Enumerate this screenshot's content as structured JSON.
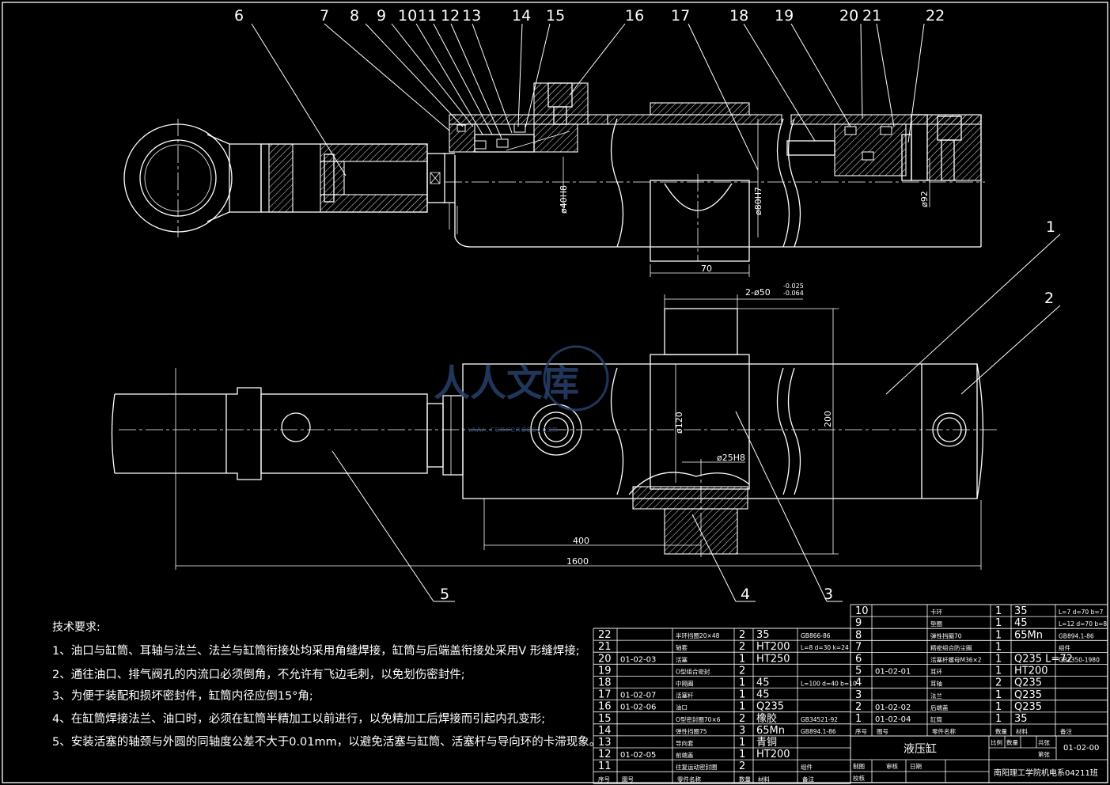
{
  "part_numbers": [
    "1",
    "2",
    "3",
    "4",
    "5",
    "6",
    "7",
    "8",
    "9",
    "10",
    "11",
    "12",
    "13",
    "14",
    "15",
    "16",
    "17",
    "18",
    "19",
    "20",
    "21",
    "22"
  ],
  "dimensions": {
    "rod_fit": "ø40H8",
    "bore_fit": "ø80H7",
    "port_dia": "ø92",
    "trunnion_len": "70",
    "trunnion_fit": "2-ø50",
    "trunnion_tol_upper": "-0.025",
    "trunnion_tol_lower": "-0.064",
    "flange_dia": "ø120",
    "pin_fit": "ø25H8",
    "height": "200",
    "offset": "400",
    "total_length": "1600"
  },
  "watermark": {
    "text": "人人文库",
    "url": "www.renrendoc.com"
  },
  "requirements": {
    "title": "技术要求:",
    "items": [
      "1、油口与缸筒、耳轴与法兰、法兰与缸筒衔接处均采用角缝焊接，缸筒与后端盖衔接处采用V 形缝焊接;",
      "2、通往油口、排气阀孔的内流口必须倒角，不允许有飞边毛刺，以免划伤密封件;",
      "3、为便于装配和损坏密封件，缸筒内径应倒15°角;",
      "4、在缸筒焊接法兰、油口时，必须在缸筒半精加工以前进行，以免精加工后焊接而引起内孔变形;",
      "5、安装活塞的轴颈与外圆的同轴度公差不大于0.01mm，以避免活塞与缸筒、活塞杆与导向环的卡滞现象。"
    ]
  },
  "bom_left": [
    [
      "22",
      "",
      "半环挡圈20×48",
      "2",
      "35",
      "GB866-86"
    ],
    [
      "21",
      "",
      "轴套",
      "2",
      "HT200",
      "L=8 d=30 k=24"
    ],
    [
      "20",
      "01-02-03",
      "活塞",
      "1",
      "HT250",
      ""
    ],
    [
      "19",
      "",
      "O型组合密封",
      "2",
      "",
      ""
    ],
    [
      "18",
      "",
      "中隔圈",
      "1",
      "45",
      "L=100 d=40 b=10"
    ],
    [
      "17",
      "01-02-07",
      "活塞杆",
      "1",
      "45",
      ""
    ],
    [
      "16",
      "01-02-06",
      "油口",
      "1",
      "Q235",
      ""
    ],
    [
      "15",
      "",
      "O型密封圈70×6",
      "2",
      "橡胶",
      "GB34521-92"
    ],
    [
      "14",
      "",
      "弹性挡圈75",
      "3",
      "65Mn",
      "GB894.1-86"
    ],
    [
      "13",
      "",
      "导向套",
      "1",
      "青铜",
      ""
    ],
    [
      "12",
      "01-02-05",
      "前端盖",
      "1",
      "HT200",
      ""
    ],
    [
      "11",
      "",
      "往复运动密封圈",
      "2",
      "",
      "组件"
    ]
  ],
  "bom_left_header": [
    "序号",
    "图号",
    "零件名称",
    "数量",
    "材料",
    "备注"
  ],
  "bom_right": [
    [
      "10",
      "",
      "卡环",
      "1",
      "35",
      "L=7 d=70 b=7"
    ],
    [
      "9",
      "",
      "垫圈",
      "1",
      "45",
      "L=12 d=70 b=8"
    ],
    [
      "8",
      "",
      "弹性挡圈70",
      "1",
      "65Mn",
      "GB894.1-86"
    ],
    [
      "7",
      "",
      "精密组合防尘圈",
      "1",
      "",
      "组件"
    ],
    [
      "6",
      "",
      "活塞杆螺母M36×2",
      "1",
      "Q235 L=72",
      "GB2350-1980"
    ],
    [
      "5",
      "01-02-01",
      "耳环",
      "1",
      "HT200",
      ""
    ],
    [
      "4",
      "",
      "耳轴",
      "2",
      "Q235",
      ""
    ],
    [
      "3",
      "",
      "法兰",
      "1",
      "Q235",
      ""
    ],
    [
      "2",
      "01-02-02",
      "后端盖",
      "1",
      "Q235",
      ""
    ],
    [
      "1",
      "01-02-04",
      "缸筒",
      "1",
      "35",
      ""
    ]
  ],
  "bom_right_header": [
    "序号",
    "图号",
    "零件名称",
    "数量",
    "材料",
    "备注"
  ],
  "title_block": {
    "name": "液压缸",
    "drawing_no": "01-02-00",
    "school": "南阳理工学院机电系04211班",
    "h_ratio": "比例",
    "h_qty": "数量",
    "h_total": "共张",
    "h_sheet": "第张",
    "h_drawn": "制图",
    "h_checked": "审核",
    "h_date": "日期",
    "h_approved": "校核"
  }
}
